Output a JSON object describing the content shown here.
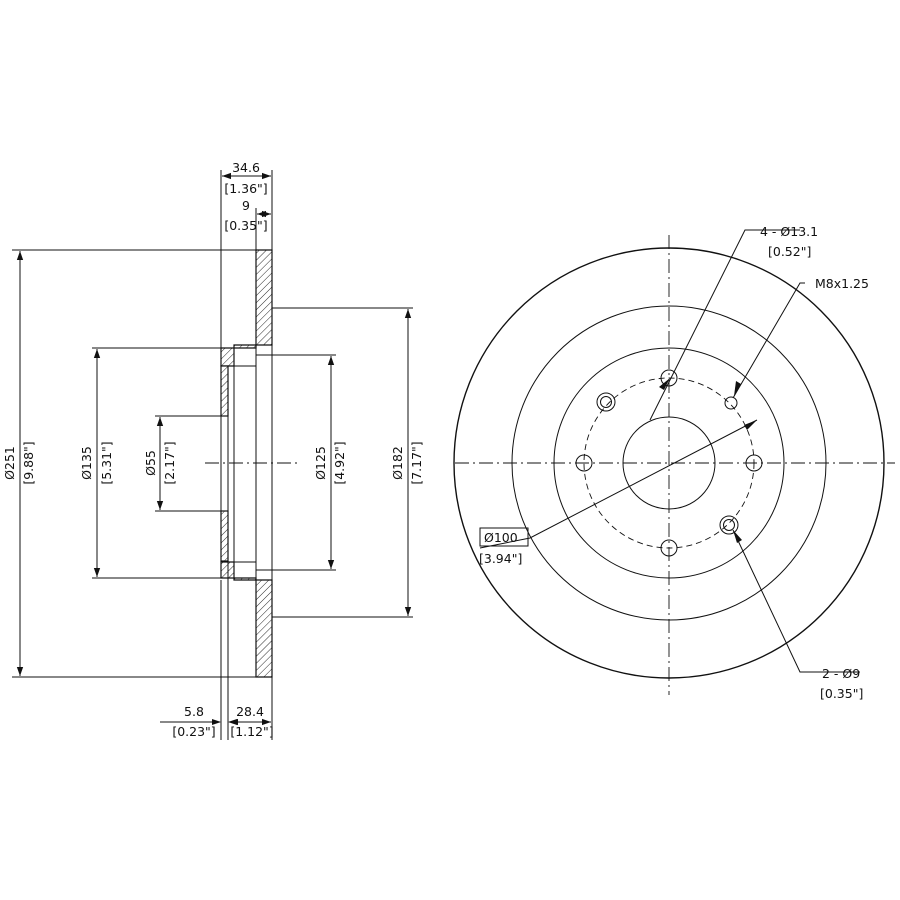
{
  "side_view": {
    "top_dims": {
      "overall_width": "34.6",
      "overall_width_in": "[1.36\"]",
      "disc_thickness": "9",
      "disc_thickness_in": "[0.35\"]"
    },
    "bottom_dims": {
      "offset": "5.8",
      "offset_in": "[0.23\"]",
      "hat_height": "28.4",
      "hat_height_in": "[1.12\"]"
    },
    "vertical_dims": {
      "outer_diameter": "Ø251",
      "outer_diameter_in": "[9.88\"]",
      "hat_diameter": "Ø135",
      "hat_diameter_in": "[5.31\"]",
      "center_bore": "Ø55",
      "center_bore_in": "[2.17\"]",
      "inner_diameter": "Ø125",
      "inner_diameter_in": "[4.92\"]",
      "friction_inner_diameter": "Ø182",
      "friction_inner_diameter_in": "[7.17\"]"
    }
  },
  "front_view": {
    "callouts": {
      "bolt_holes": "4 - Ø13.1",
      "bolt_holes_in": "[0.52\"]",
      "thread": "M8x1.25",
      "bolt_circle": "Ø100",
      "bolt_circle_in": "[3.94\"]",
      "small_holes": "2 - Ø9",
      "small_holes_in": "[0.35\"]"
    }
  }
}
